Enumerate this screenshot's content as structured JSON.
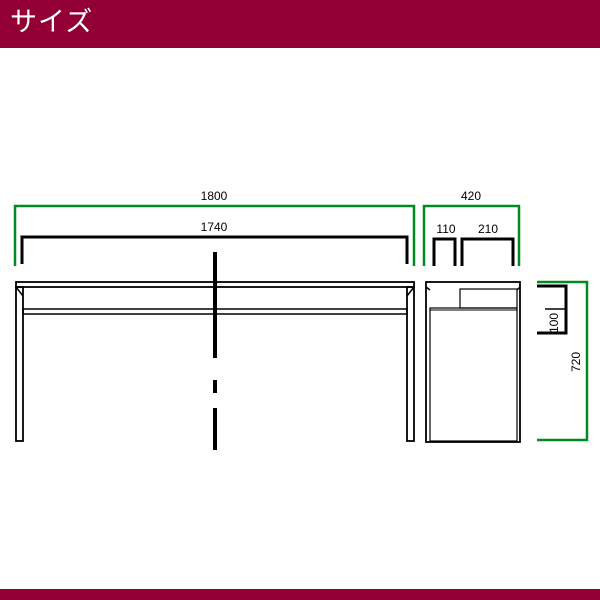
{
  "header": {
    "title": "サイズ"
  },
  "colors": {
    "brand": "#920033",
    "dimension_green": "#008a22",
    "line_black": "#000000"
  },
  "dimensions": {
    "overall_width": "1800",
    "top_width": "1740",
    "overall_depth": "420",
    "side_depth_left": "110",
    "side_depth_right": "210",
    "shelf_height": "100",
    "overall_height": "720"
  }
}
